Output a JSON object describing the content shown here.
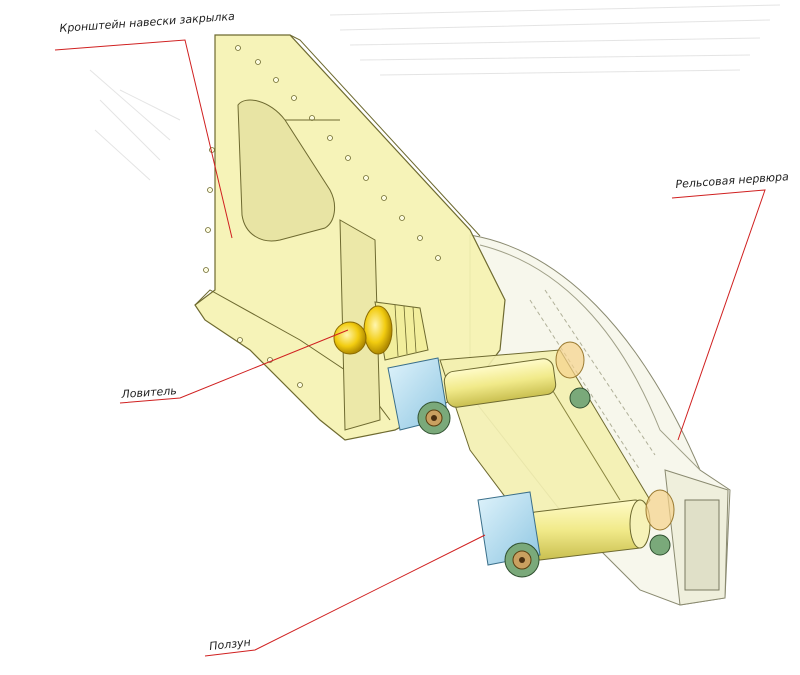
{
  "callouts": {
    "bracket": "Кронштейн навески закрылка",
    "rail_rib": "Рельсовая нервюра",
    "catcher": "Ловитель",
    "slider": "Ползун"
  },
  "colors": {
    "bracket_fill": "#f5f2b0",
    "rail_fill": "#f4f4e8",
    "leader_line": "#d02020",
    "roller_blue": "#a9d6ec",
    "roller_yellow": "#f0d020",
    "bushing_green": "#8bb58a"
  }
}
